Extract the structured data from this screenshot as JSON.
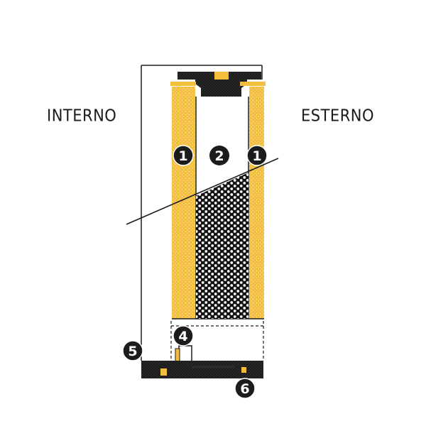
{
  "labels": {
    "left": "INTERNO",
    "right": "ESTERNO"
  },
  "markers": [
    "1",
    "2",
    "1",
    "4",
    "5",
    "6"
  ],
  "colors": {
    "insulation_fill": "#f3be3c",
    "insulation_dots": "#fbe7b0",
    "frame_dark": "#1c1c1c",
    "gasket_accent": "#f3be3c"
  },
  "icons": {
    "marker": "numbered-circle-icon",
    "glass_texture": "hexagon-mesh-pattern"
  }
}
